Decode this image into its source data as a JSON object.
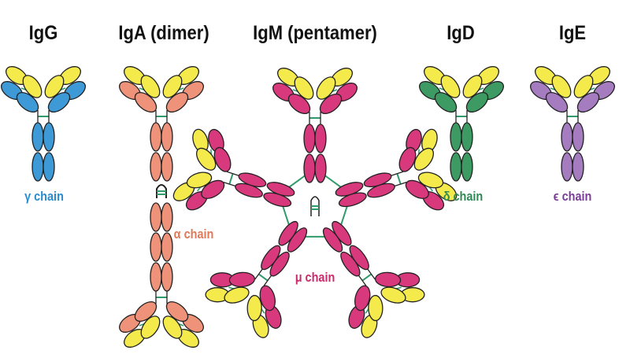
{
  "titles": {
    "igg": "IgG",
    "iga": "IgA (dimer)",
    "igm": "IgM (pentamer)",
    "igd": "IgD",
    "ige": "IgE"
  },
  "chains": {
    "igg": "γ chain",
    "iga": "α chain",
    "igm": "μ chain",
    "igd": "δ chain",
    "ige": "ϵ chain"
  },
  "colors": {
    "light_chain": "#f4ea4c",
    "gamma": "#3d9ad6",
    "alpha": "#ef927a",
    "mu": "#d8387c",
    "delta": "#3c9a62",
    "epsilon": "#a57cbf",
    "disulfide": "#2f9a6a",
    "gamma_text": "#2a8cd0",
    "alpha_text": "#e0785a",
    "mu_text": "#c92a6c",
    "delta_text": "#2e8a55",
    "epsilon_text": "#7a3d97"
  }
}
